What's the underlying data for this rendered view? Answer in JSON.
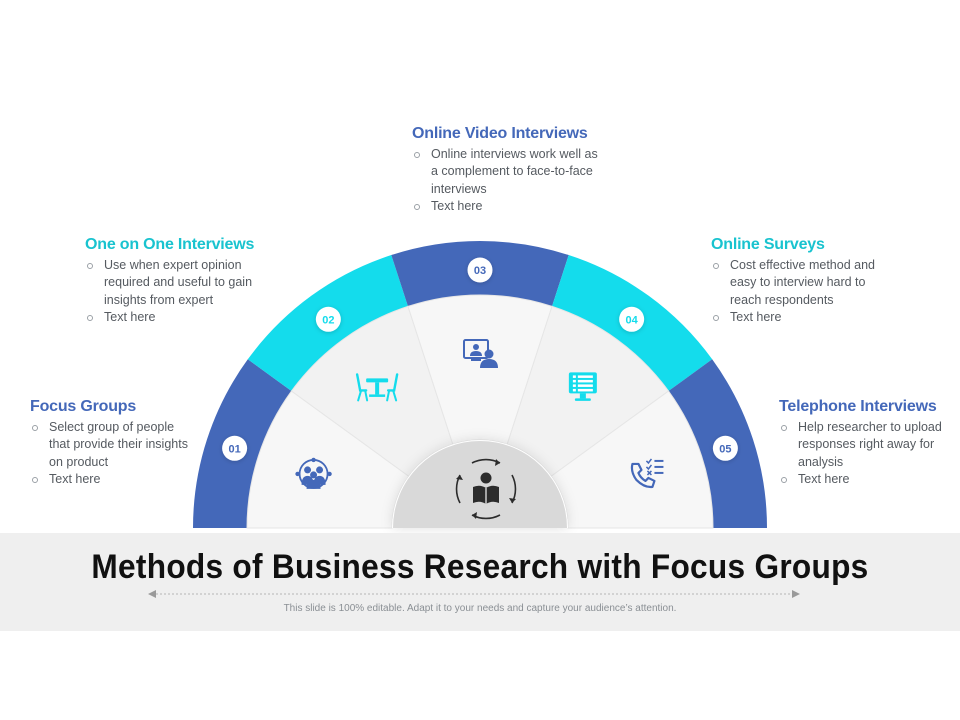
{
  "title": "Methods of Business Research with Focus Groups",
  "subtitle": "This slide is 100% editable. Adapt it to your needs and capture your audience’s attention.",
  "colors": {
    "blue": "#4468b9",
    "cyan": "#14dcec",
    "head_blue": "#4468b9",
    "head_cyan": "#19c3cf"
  },
  "items": [
    {
      "number": "01",
      "heading": "Focus Groups",
      "bullets": [
        "Select group of people that provide their insights on product",
        "Text here"
      ],
      "icon": "team-network-icon"
    },
    {
      "number": "02",
      "heading": "One on One Interviews",
      "bullets": [
        "Use when expert opinion required and useful to gain insights from expert",
        "Text here"
      ],
      "icon": "meeting-table-icon"
    },
    {
      "number": "03",
      "heading": "Online Video Interviews",
      "bullets": [
        "Online interviews work well as a complement to face-to-face interviews",
        "Text here"
      ],
      "icon": "video-call-icon"
    },
    {
      "number": "04",
      "heading": "Online Surveys",
      "bullets": [
        "Cost effective method and easy to interview hard to reach respondents",
        "Text here"
      ],
      "icon": "survey-monitor-icon"
    },
    {
      "number": "05",
      "heading": "Telephone Interviews",
      "bullets": [
        "Help researcher to upload responses right away for analysis",
        "Text here"
      ],
      "icon": "phone-checklist-icon"
    }
  ],
  "center_icon": "research-reader-cycle-icon"
}
